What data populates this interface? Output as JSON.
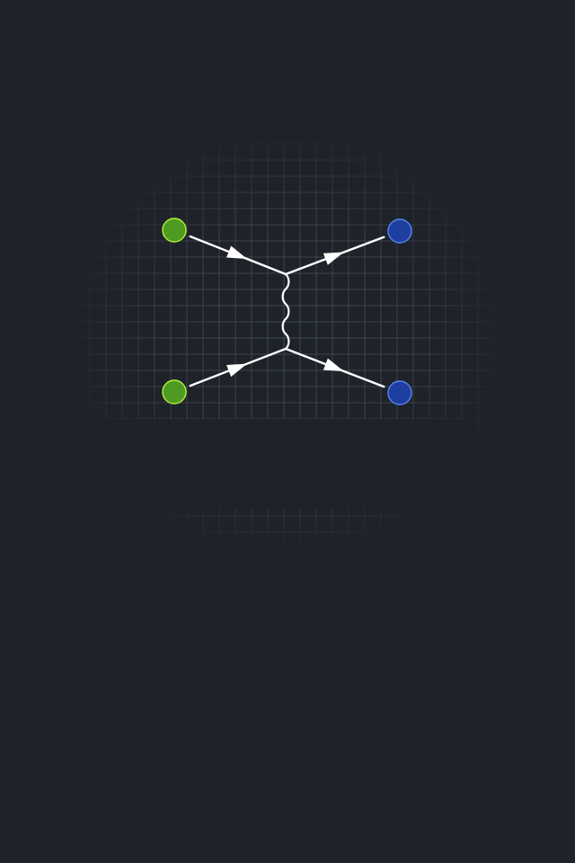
{
  "colors": {
    "background": "#1e232a",
    "grid_line": "#5b616b",
    "panel": "#1e232a",
    "incoming_particle_fill": "#4f9a23",
    "incoming_particle_stroke": "#b6f23a",
    "outgoing_particle_fill": "#1f3fa0",
    "outgoing_particle_stroke": "#5b86f0",
    "line": "#ffffff"
  },
  "icons": {
    "incoming_particle": "green-circle-node",
    "outgoing_particle": "blue-circle-node",
    "fermion_line": "arrow-line",
    "propagator": "wavy-line"
  },
  "diagram": {
    "particles": [
      {
        "id": "in-top",
        "kind": "incoming"
      },
      {
        "id": "in-bottom",
        "kind": "incoming"
      },
      {
        "id": "out-top",
        "kind": "outgoing"
      },
      {
        "id": "out-bottom",
        "kind": "outgoing"
      }
    ],
    "vertices": [
      {
        "id": "vertex-top"
      },
      {
        "id": "vertex-bottom"
      }
    ],
    "lines": [
      {
        "from": "in-top",
        "to": "vertex-top",
        "type": "fermion"
      },
      {
        "from": "vertex-top",
        "to": "out-top",
        "type": "fermion"
      },
      {
        "from": "in-bottom",
        "to": "vertex-bottom",
        "type": "fermion"
      },
      {
        "from": "vertex-bottom",
        "to": "out-bottom",
        "type": "fermion"
      },
      {
        "from": "vertex-top",
        "to": "vertex-bottom",
        "type": "photon"
      }
    ]
  }
}
